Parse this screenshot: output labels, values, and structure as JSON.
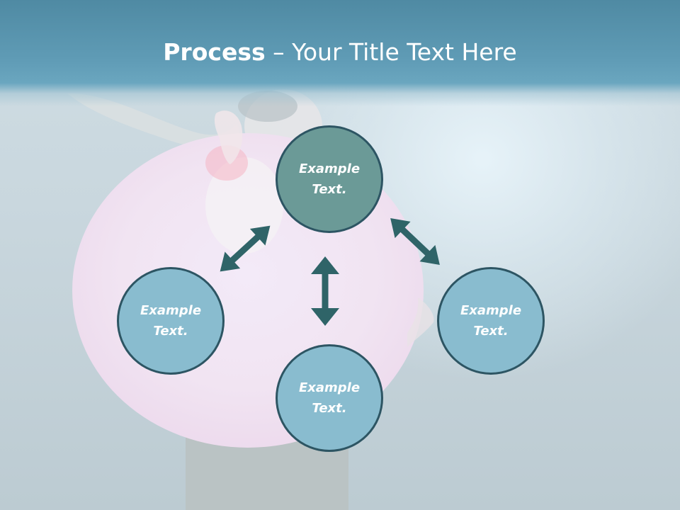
{
  "slide": {
    "title_bold": "Process",
    "title_rest": " – Your Title Text Here"
  },
  "nodes": {
    "top": "Example\nText.",
    "left": "Example\nText.",
    "right": "Example\nText.",
    "bottom": "Example\nText."
  },
  "colors": {
    "header": "#5f9bb5",
    "node_top_fill": "#6b9a97",
    "node_fill": "#89bccf",
    "node_border": "#2d5563",
    "arrow": "#2f6468"
  }
}
